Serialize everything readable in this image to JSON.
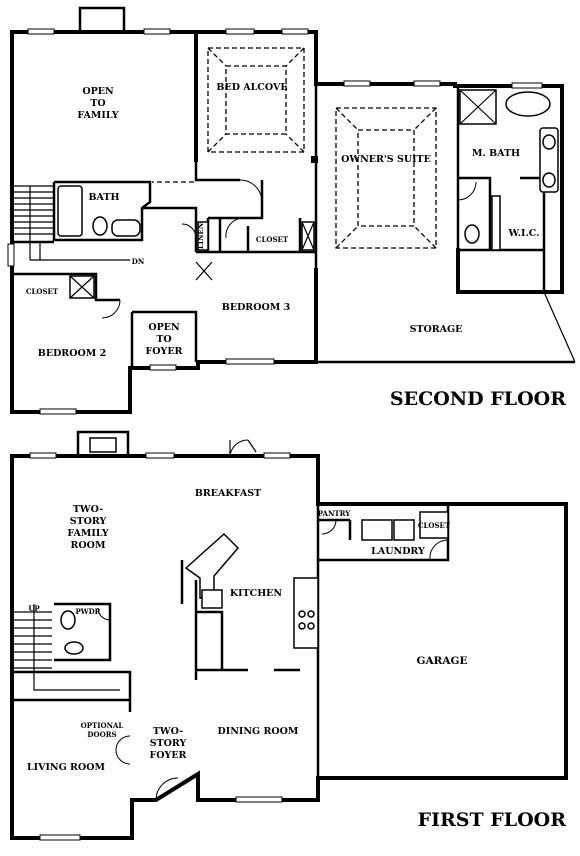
{
  "second_floor": {
    "title": "SECOND FLOOR",
    "rooms": {
      "open_to_family": [
        "OPEN",
        "TO",
        "FAMILY"
      ],
      "bed_alcove": "BED ALCOVE",
      "owners_suite": "OWNER'S SUITE",
      "m_bath": "M. BATH",
      "wic": "W.I.C.",
      "bath": "BATH",
      "linen": "LINEN",
      "closet_hall": "CLOSET",
      "closet_bed2": "CLOSET",
      "dn": "DN",
      "bedroom_3": "BEDROOM 3",
      "open_to_foyer": [
        "OPEN",
        "TO",
        "FOYER"
      ],
      "storage": "STORAGE",
      "bedroom_2": "BEDROOM 2"
    }
  },
  "first_floor": {
    "title": "FIRST FLOOR",
    "rooms": {
      "breakfast": "BREAKFAST",
      "two_story_family_room": [
        "TWO-",
        "STORY",
        "FAMILY",
        "ROOM"
      ],
      "pantry": "PANTRY",
      "closet": "CLOSET",
      "laundry": "LAUNDRY",
      "kitchen": "KITCHEN",
      "pwdr": "PWDR",
      "up": "UP",
      "garage": "GARAGE",
      "optional_doors": [
        "OPTIONAL",
        "DOORS"
      ],
      "two_story_foyer": [
        "TWO-",
        "STORY",
        "FOYER"
      ],
      "dining_room": "DINING ROOM",
      "living_room": "LIVING ROOM"
    }
  }
}
